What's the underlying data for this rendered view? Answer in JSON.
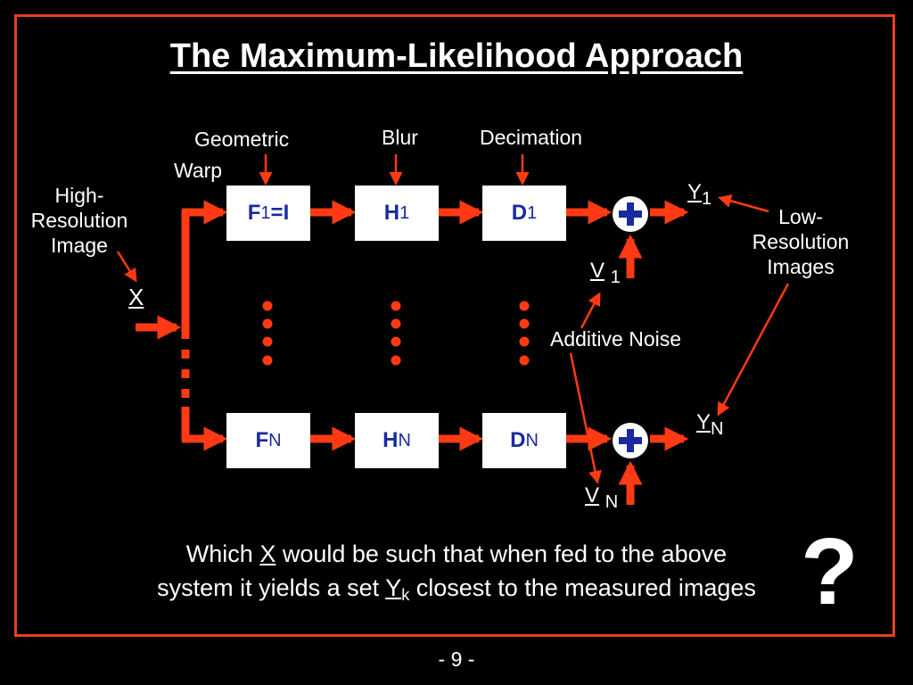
{
  "title": "The Maximum-Likelihood Approach",
  "labels": {
    "geometric": "Geometric",
    "warp": "Warp",
    "blur": "Blur",
    "decimation": "Decimation",
    "high_res": [
      "High-",
      "Resolution",
      "Image"
    ],
    "low_res": [
      "Low-",
      "Resolution",
      "Images"
    ],
    "additive_noise": "Additive Noise"
  },
  "input_symbol": "X",
  "boxes": {
    "row1": [
      {
        "main": "F",
        "sub": "1",
        "suffix": "=I"
      },
      {
        "main": "H",
        "sub": "1",
        "suffix": ""
      },
      {
        "main": "D",
        "sub": "1",
        "suffix": ""
      }
    ],
    "rowN": [
      {
        "main": "F",
        "sub": "N",
        "suffix": ""
      },
      {
        "main": "H",
        "sub": "N",
        "suffix": ""
      },
      {
        "main": "D",
        "sub": "N",
        "suffix": ""
      }
    ]
  },
  "outputs": {
    "y1": "Y",
    "y1_sub": "1",
    "yN": "Y",
    "yN_sub": "N"
  },
  "noise": {
    "v1": "V",
    "v1_sub": "1",
    "vN": "V",
    "vN_sub": "N"
  },
  "question": {
    "line1_a": "Which ",
    "line1_x": "X",
    "line1_b": " would be such that when fed to the above",
    "line2_a": "system it yields a set ",
    "line2_y": "Y",
    "line2_sub": "k",
    "line2_b": " closest to the measured images"
  },
  "question_mark": "?",
  "page_number": "- 9 -",
  "colors": {
    "accent": "#ff3a14",
    "frame": "#e8401f",
    "box_text": "#1a2a9e",
    "background": "#000000"
  }
}
